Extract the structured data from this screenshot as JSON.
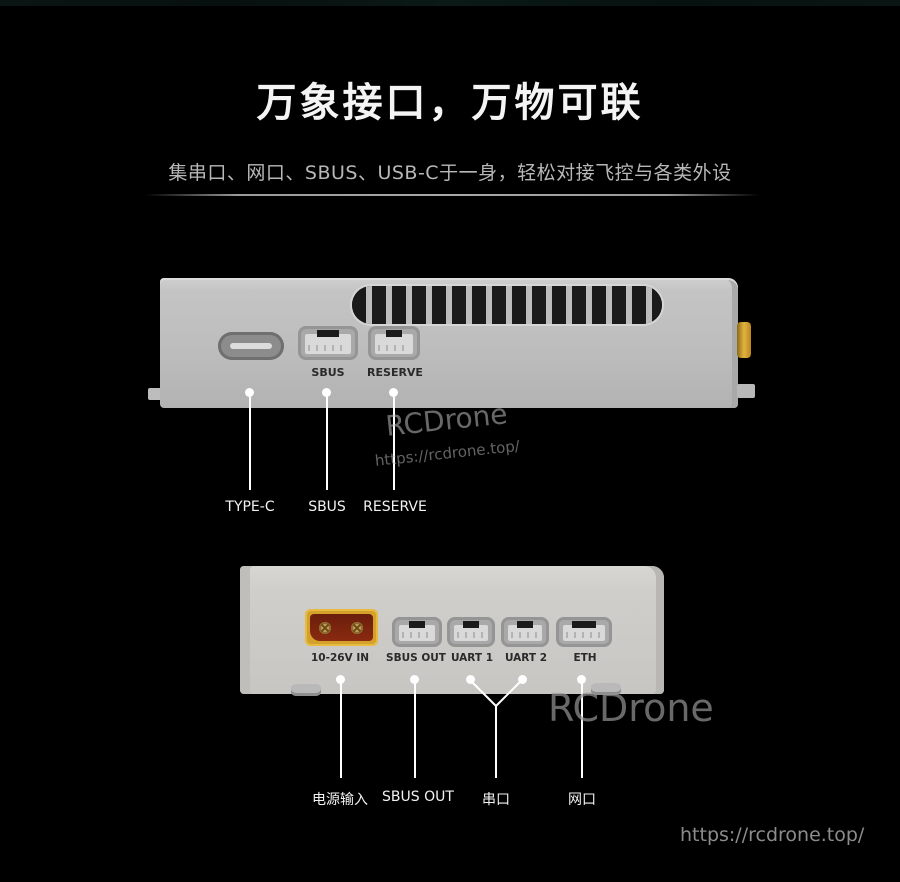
{
  "header": {
    "title": "万象接口，万物可联",
    "subtitle": "集串口、网口、SBUS、USB-C于一身，轻松对接飞控与各类外设"
  },
  "device_top": {
    "port_labels": [
      "SBUS",
      "RESERVE"
    ],
    "callouts": [
      "TYPE-C",
      "SBUS",
      "RESERVE"
    ]
  },
  "device_bottom": {
    "port_labels": [
      "10-26V IN",
      "SBUS OUT",
      "UART 1",
      "UART 2",
      "ETH"
    ],
    "callouts": [
      "电源输入",
      "SBUS OUT",
      "串口",
      "网口"
    ]
  },
  "watermarks": {
    "brand": "RCDrone",
    "url": "https://rcdrone.top/",
    "brand_large": "RCDrone",
    "footer_url": "https://rcdrone.top/"
  },
  "colors": {
    "background": "#000000",
    "device": "#c4c4c4",
    "xt30": "#d4a22a",
    "callout_line": "#ffffff"
  }
}
